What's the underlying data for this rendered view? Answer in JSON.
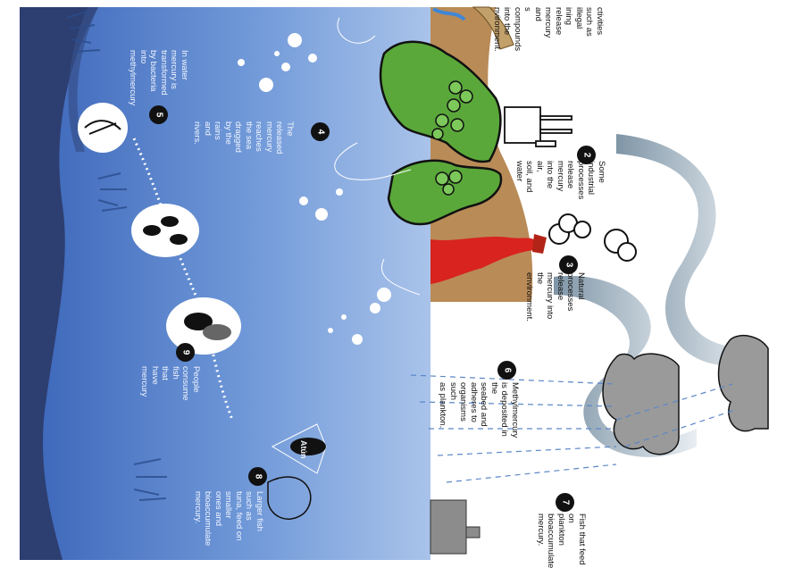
{
  "colors": {
    "sea_deep": "#2d3e70",
    "sea_mid": "#3f6fc4",
    "sea_light": "#8fb2e0",
    "land": "#b98b57",
    "forest": "#5aa83a",
    "lava": "#d8231f",
    "cloud": "#9a9a9a",
    "badge": "#111111"
  },
  "steps": [
    {
      "number": "2",
      "text": "Some industrial\nprocesses release\nmercury into the air,\nsoil, and water"
    },
    {
      "number": "3",
      "text": "Natural processes\nrelease mercury into\nthe environment."
    },
    {
      "number": "4",
      "text": "The released mercury reaches\nthe sea dragged by the rains\nand rivers."
    },
    {
      "number": "5",
      "text": "In water mercury is\ntransformed by bacteria into\nmethylmercury"
    },
    {
      "number": "6",
      "text": "Methylmercury is deposited in the\nseabed and adheres to organisms such\nas plankton."
    },
    {
      "number": "7",
      "text": "Fish that feed on\nplankton\nbioaccumulate\nmercury."
    },
    {
      "number": "8",
      "text": "Larger fish such as\ntuna, feed on smaller\nones and\nbioaccumulate\nmercury."
    },
    {
      "number": "9",
      "text": "People consume fish\nthat have mercury"
    }
  ],
  "top_text": "ctivities such as illegal\nining release mercury and\ns compounds into the\nnvironment.",
  "tuna_label": "Atún"
}
